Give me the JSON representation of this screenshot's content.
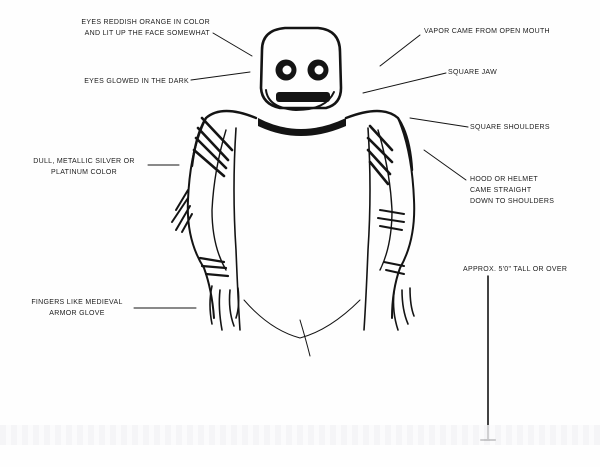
{
  "labels": {
    "eyes_color": [
      "EYES REDDISH ORANGE IN COLOR",
      "AND LIT UP THE FACE SOMEWHAT"
    ],
    "vapor": "VAPOR CAME FROM OPEN MOUTH",
    "eyes_glowed": "EYES GLOWED IN THE DARK",
    "square_jaw": "SQUARE JAW",
    "square_shoulders": "SQUARE SHOULDERS",
    "metallic": [
      "DULL, METALLIC SILVER OR",
      "PLATINUM COLOR"
    ],
    "hood": [
      "HOOD OR HELMET",
      "CAME STRAIGHT",
      "DOWN TO SHOULDERS"
    ],
    "height": "APPROX. 5'0\" TALL OR OVER",
    "fingers": [
      "FINGERS LIKE MEDIEVAL",
      "ARMOR GLOVE"
    ]
  },
  "colors": {
    "ink": "#141414",
    "paper": "#fefefe",
    "text": "#1c1c1c"
  }
}
